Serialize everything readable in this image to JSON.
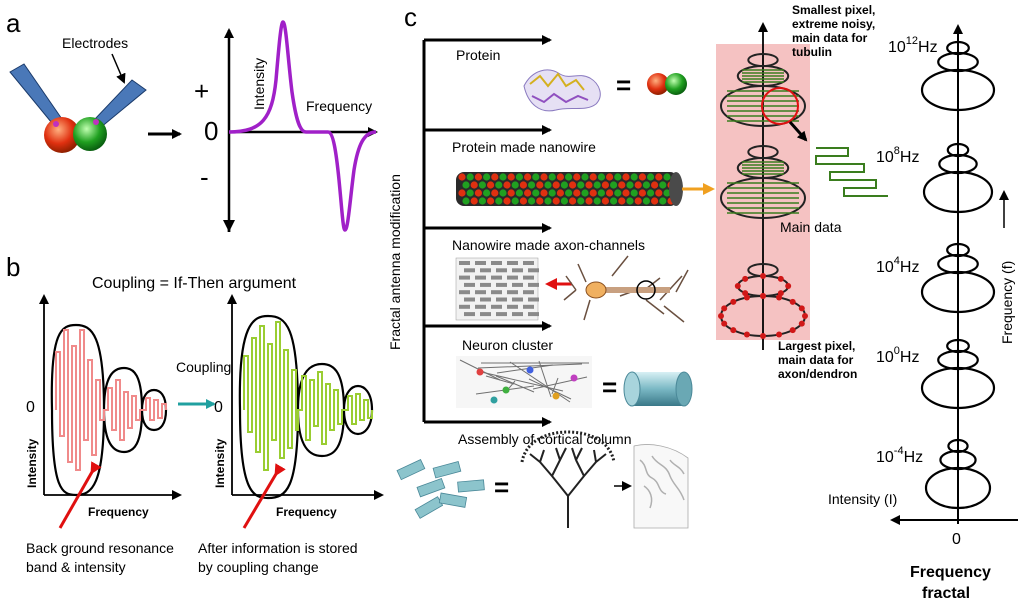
{
  "panel_a": {
    "letter": "a",
    "electrodes_label": "Electrodes",
    "plus": "+",
    "zero": "0",
    "minus": "-",
    "y_label": "Intensity",
    "x_label": "Frequency",
    "curve_color": "#a020c8"
  },
  "panel_b": {
    "letter": "b",
    "title": "Coupling = If-Then argument",
    "zero": "0",
    "coupling_label": "Coupling",
    "y_label": "Intensity",
    "x_label": "Frequency",
    "left_caption_1": "Back ground resonance",
    "left_caption_2": "band & intensity",
    "right_caption_1": "After information is stored",
    "right_caption_2": "by coupling change",
    "left_color": "#f08a8a",
    "right_color": "#9acd32",
    "arrow_color": "#20a0a0"
  },
  "panel_c": {
    "letter": "c",
    "axis_label": "Fractal antenna modification",
    "levels": [
      "Protein",
      "Protein made nanowire",
      "Nanowire made axon-channels",
      "Neuron cluster",
      "Assembly of cortical column"
    ],
    "equals": "=",
    "smallest_note_1": "Smallest pixel,",
    "smallest_note_2": "extreme noisy,",
    "smallest_note_3": "main data for",
    "smallest_note_4": "tubulin",
    "main_data": "Main data",
    "largest_note_1": "Largest pixel,",
    "largest_note_2": "main data for",
    "largest_note_3": "axon/dendron",
    "band_color": "#f5c2c2",
    "wave_color": "#3a7d1e"
  },
  "frequency_fractal": {
    "freq_labels": [
      "10",
      "10",
      "10",
      "10",
      "10"
    ],
    "freq_exponents": [
      "12",
      "8",
      "4",
      "0",
      "-4"
    ],
    "freq_unit": "Hz",
    "axis_freq_label": "Frequency (f)",
    "intensity_label": "Intensity (I)",
    "zero": "0",
    "title_1": "Frequency",
    "title_2": "fractal"
  }
}
